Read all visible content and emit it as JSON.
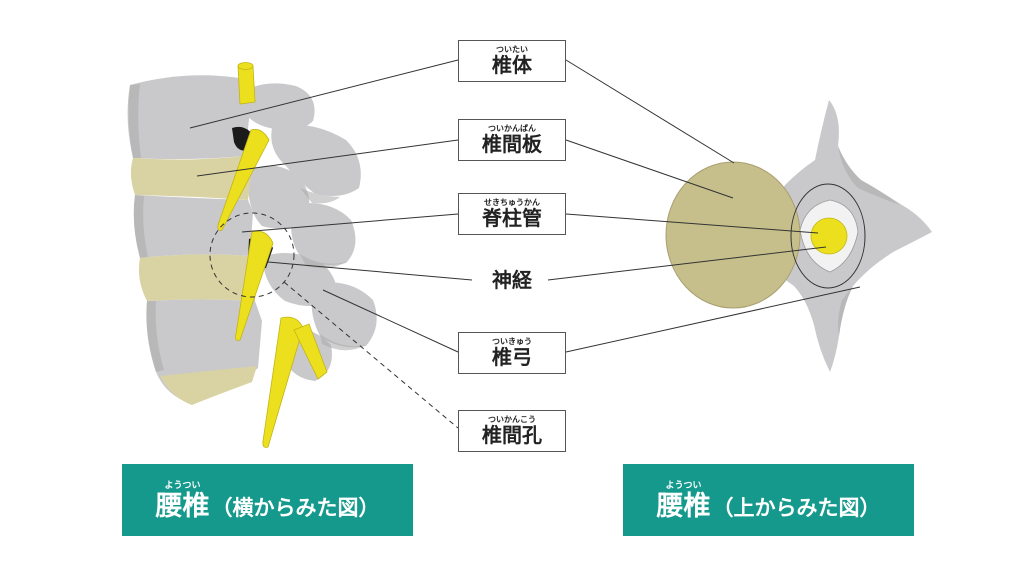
{
  "labels": [
    {
      "text": "椎体",
      "ruby": "ついたい"
    },
    {
      "text": "椎間板",
      "ruby": "ついかんばん"
    },
    {
      "text": "脊柱管",
      "ruby": "せきちゅうかん"
    },
    {
      "text": "神経"
    },
    {
      "text": "椎弓",
      "ruby": "ついきゅう"
    },
    {
      "text": "椎間孔",
      "ruby": "ついかんこう"
    }
  ],
  "captions": [
    {
      "main": "腰椎",
      "ruby": "ようつい",
      "sub": "（横からみた図）"
    },
    {
      "main": "腰椎",
      "ruby": "ようつい",
      "sub": "（上からみた図）"
    }
  ],
  "colors": {
    "caption_bg": "#15998c",
    "nerve": "#ece01e",
    "bone": "#c9c9cb",
    "disc": "#d9d2a3",
    "body_top": "#c7bf8b"
  }
}
